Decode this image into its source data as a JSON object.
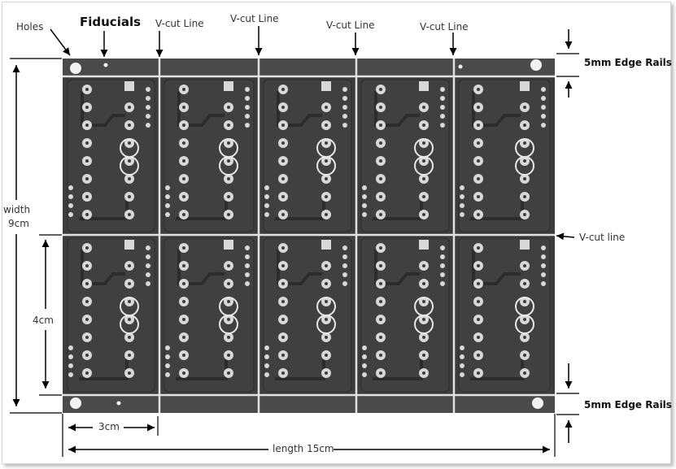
{
  "labels": {
    "holes": "Holes",
    "fiducials": "Fiducials",
    "vcut1": "V-cut Line",
    "vcut2": "V-cut Line",
    "vcut3": "V-cut Line",
    "vcut4": "V-cut Line",
    "vcut_horizontal": "V-cut line",
    "rail_top": "5mm Edge Rails",
    "rail_bottom": "5mm Edge Rails",
    "width": "width",
    "width_value": "9cm",
    "height_4cm": "4cm",
    "width_3cm": "3cm",
    "length": "length 15cm"
  },
  "colors": {
    "board": "#3c3c3c",
    "rail": "#4a4a4a",
    "pad": "#d8d8d8",
    "vcut": "#e2e2e2",
    "annotation": "#000000"
  },
  "panel": {
    "columns": 5,
    "rows": 2
  }
}
